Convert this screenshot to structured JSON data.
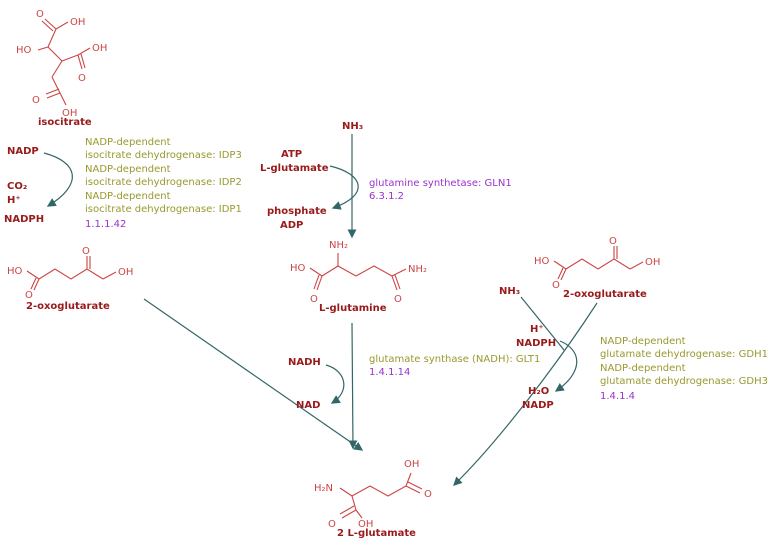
{
  "colors": {
    "structure": "#cc4444",
    "compound": "#991a1a",
    "arrow": "#336767",
    "enzyme": "#99992e",
    "ec": "#9933cc"
  },
  "compounds": {
    "isocitrate": {
      "name": "isocitrate",
      "atoms": {
        "o_top": "O",
        "oh_top": "OH",
        "ho": "HO",
        "oh_mid": "OH",
        "o_mid": "O",
        "o_bottom": "O",
        "oh_bottom": "OH"
      }
    },
    "oxoglutarate_left": {
      "name": "2-oxoglutarate",
      "atoms": {
        "ho": "HO",
        "o_left": "O",
        "o_top": "O",
        "oh_right": "OH"
      }
    },
    "glutamine": {
      "name": "L-glutamine",
      "atoms": {
        "nh2_top": "NH₂",
        "ho": "HO",
        "o_left": "O",
        "nh2_right": "NH₂",
        "o_right": "O"
      }
    },
    "oxoglutarate_right": {
      "name": "2-oxoglutarate",
      "atoms": {
        "ho": "HO",
        "o_left": "O",
        "o_top": "O",
        "oh_right": "OH"
      }
    },
    "glutamate": {
      "name": "2 L-glutamate",
      "atoms": {
        "h2n": "H₂N",
        "oh_top": "OH",
        "o_right": "O",
        "o_bottom": "O",
        "oh_bottom": "OH"
      }
    }
  },
  "reactions": {
    "idp": {
      "cofactor_in": "NADP",
      "product_co2": "CO₂",
      "product_h": "H⁺",
      "product_nadph": "NADPH",
      "enzymes": [
        "NADP-dependent",
        "isocitrate dehydrogenase: IDP3",
        "NADP-dependent",
        "isocitrate dehydrogenase: IDP2",
        "NADP-dependent",
        "isocitrate dehydrogenase: IDP1"
      ],
      "ec": "1.1.1.42"
    },
    "gln1": {
      "substrate": "NH₃",
      "in1": "ATP",
      "in2": "L-glutamate",
      "out1": "phosphate",
      "out2": "ADP",
      "enzyme": "glutamine synthetase: GLN1",
      "ec": "6.3.1.2"
    },
    "glt1": {
      "cofactor_in": "NADH",
      "cofactor_out": "NAD",
      "enzyme": "glutamate synthase (NADH): GLT1",
      "ec": "1.4.1.14"
    },
    "gdh": {
      "substrate": "NH₃",
      "in1": "H⁺",
      "in2": "NADPH",
      "out1": "H₂O",
      "out2": "NADP",
      "enzymes": [
        "NADP-dependent",
        "glutamate dehydrogenase: GDH1",
        "NADP-dependent",
        "glutamate dehydrogenase: GDH3"
      ],
      "ec": "1.4.1.4"
    }
  }
}
